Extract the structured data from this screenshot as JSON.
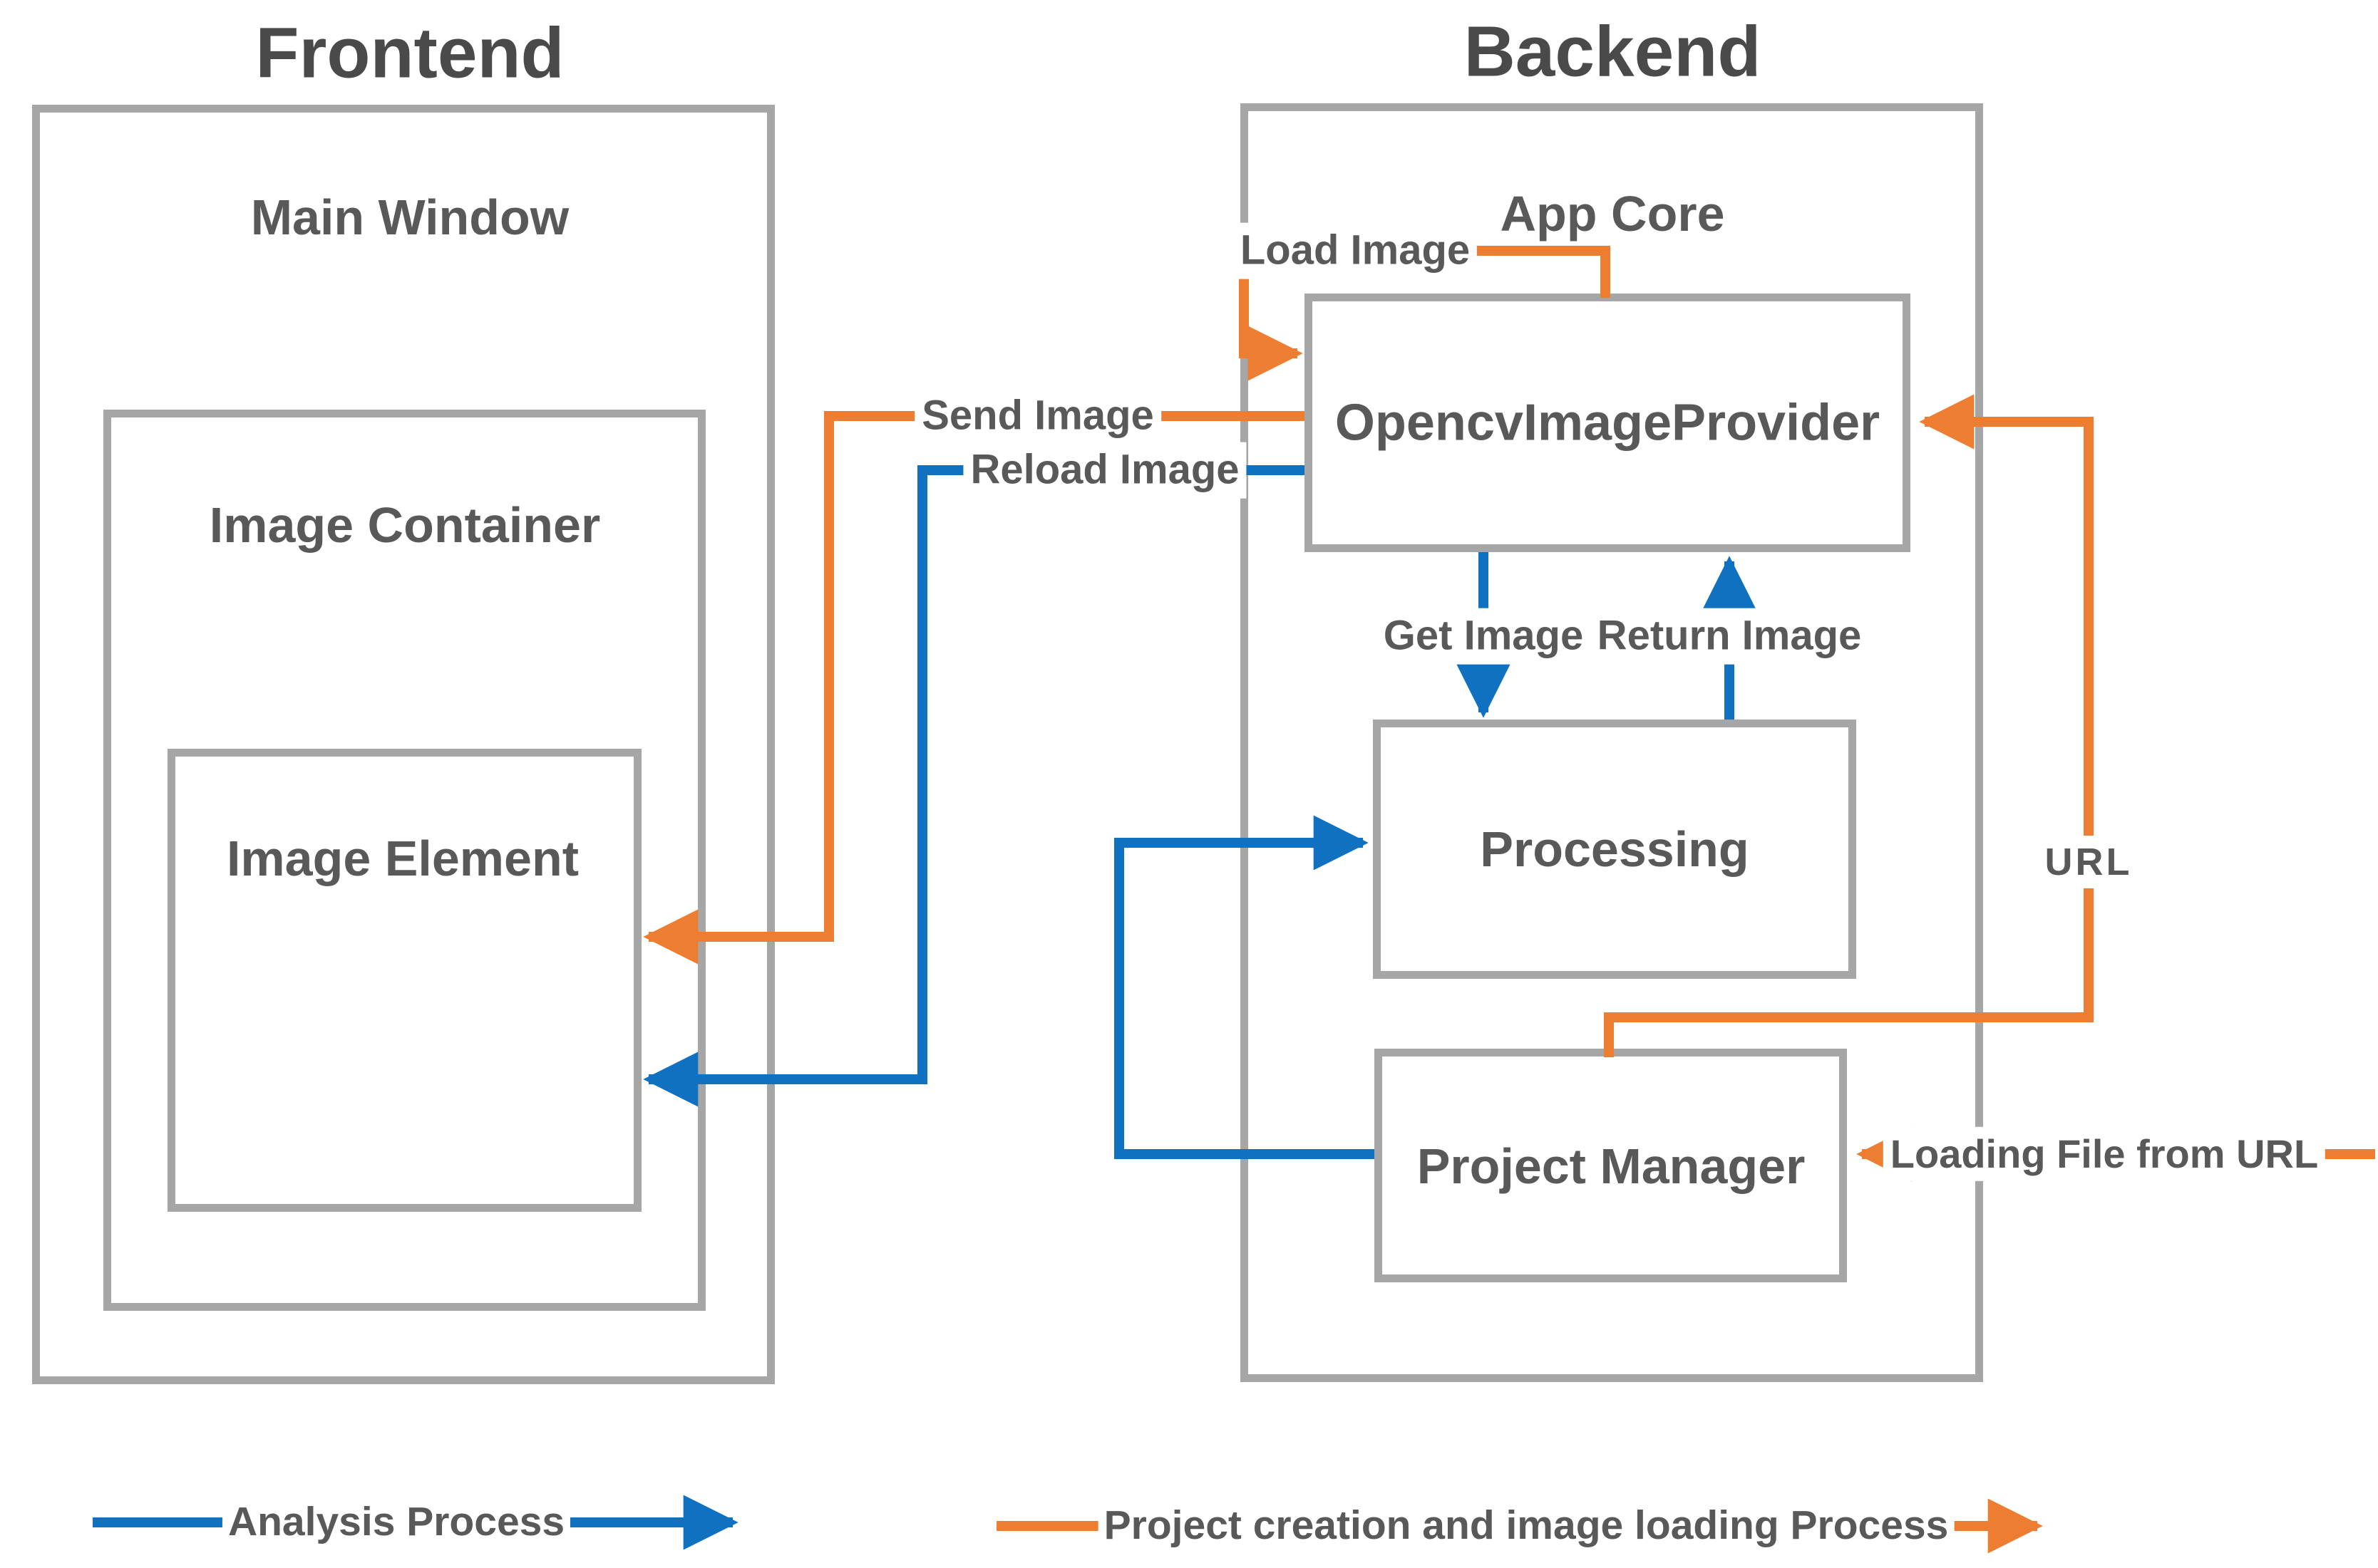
{
  "diagram": {
    "frontend": {
      "title": "Frontend",
      "main_window_label": "Main Window",
      "image_container_label": "Image Container",
      "image_element_label": "Image Element"
    },
    "backend": {
      "title": "Backend",
      "app_core_label": "App Core",
      "opencv_image_provider_label": "OpencvImageProvider",
      "processing_label": "Processing",
      "project_manager_label": "Project Manager"
    },
    "arrow_labels": {
      "load_image": "Load Image",
      "send_image": "Send Image",
      "reload_image": "Reload Image",
      "get_image": "Get Image",
      "return_image": "Return Image",
      "url": "URL",
      "loading_file_from_url": "Loading File from URL"
    },
    "legend": {
      "analysis_process": "Analysis Process",
      "project_creation_process": "Project creation and image loading Process"
    },
    "colors": {
      "analysis_blue": "#0f71c0",
      "project_orange": "#ed7d31",
      "box_border_gray": "#a6a6a6",
      "text_gray": "#595959"
    }
  }
}
